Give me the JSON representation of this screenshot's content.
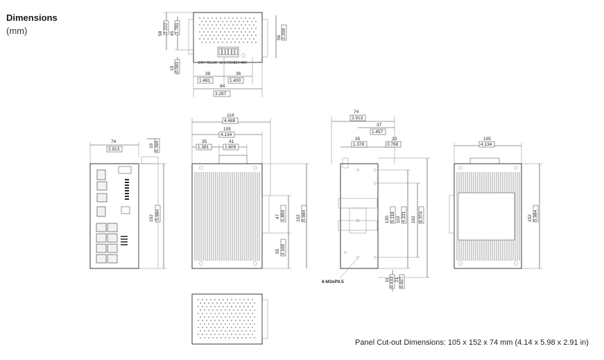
{
  "header": {
    "title": "Dimensions",
    "units": "(mm)"
  },
  "footer": {
    "caption": "Panel Cut-out Dimensions: 105 x 152 x 74 mm (4.14 x 5.98 x 2.91 in)"
  },
  "top_view": {
    "dims": {
      "h58": "58",
      "h58_in": "2.222",
      "h45": "45",
      "h45_in": "1.781",
      "h15": "15",
      "h15_in": "0.591",
      "r56": "56",
      "r56_in": "2.209",
      "w38": "38",
      "w38_in": "1.481",
      "w36": "36",
      "w36_in": "1.400",
      "w84": "84",
      "w84_in": "3.287"
    },
    "labels": {
      "left": "DRY RELAY",
      "mid": "12-57VDC",
      "right": "12V-48V"
    }
  },
  "left_view": {
    "dims": {
      "w74": "74",
      "w74_in": "2.913",
      "w10": "10",
      "w10_in": "0.390",
      "h152": "152",
      "h152_in": "5.984"
    }
  },
  "front_view": {
    "dims": {
      "w114": "114",
      "w114_in": "4.488",
      "w105": "105",
      "w105_in": "4.134",
      "w35": "35",
      "w35_in": "1.381",
      "w41": "41",
      "w41_in": "1.609",
      "h47": "47",
      "h47_in": "1.850",
      "h55": "55",
      "h55_in": "2.165",
      "h152": "152",
      "h152_in": "5.984"
    }
  },
  "side_view": {
    "dims": {
      "w74": "74",
      "w74_in": "2.913",
      "w37": "37",
      "w37_in": "1.457",
      "w35": "35",
      "w35_in": "1.378",
      "w20": "20",
      "w20_in": "0.768",
      "h130": "130",
      "h130_in": "5.118",
      "h110": "110",
      "h110_in": "4.331",
      "h162": "162",
      "h162_in": "6.374",
      "h11": "11",
      "h11_in": "0.433",
      "h21": "21",
      "h21_in": "0.827"
    },
    "screw_note": "6-M3xP0.5"
  },
  "back_view": {
    "dims": {
      "w105": "105",
      "w105_in": "4.134",
      "h152": "152",
      "h152_in": "5.984"
    }
  },
  "colors": {
    "line": "#333333",
    "fill": "#ffffff",
    "text": "#1a1a1a"
  }
}
